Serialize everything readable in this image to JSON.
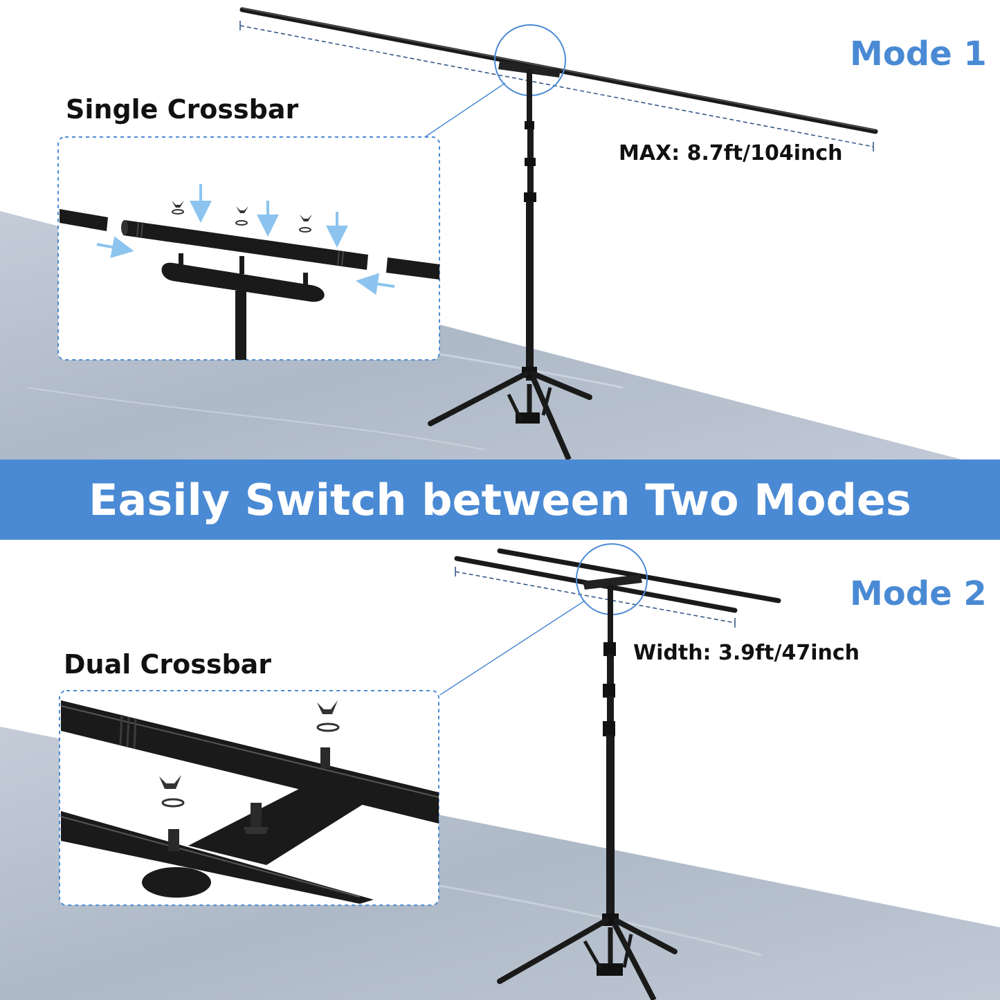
{
  "colors": {
    "accent": "#4a8ad4",
    "floor": "#b9c3d0",
    "metal": "#1a1a1a",
    "text": "#111111"
  },
  "banner": {
    "text": "Easily Switch between Two Modes"
  },
  "mode1": {
    "label": "Mode 1",
    "title": "Single Crossbar",
    "dimension": "MAX: 8.7ft/104inch"
  },
  "mode2": {
    "label": "Mode 2",
    "title": "Dual Crossbar",
    "dimension": "Width: 3.9ft/47inch"
  }
}
